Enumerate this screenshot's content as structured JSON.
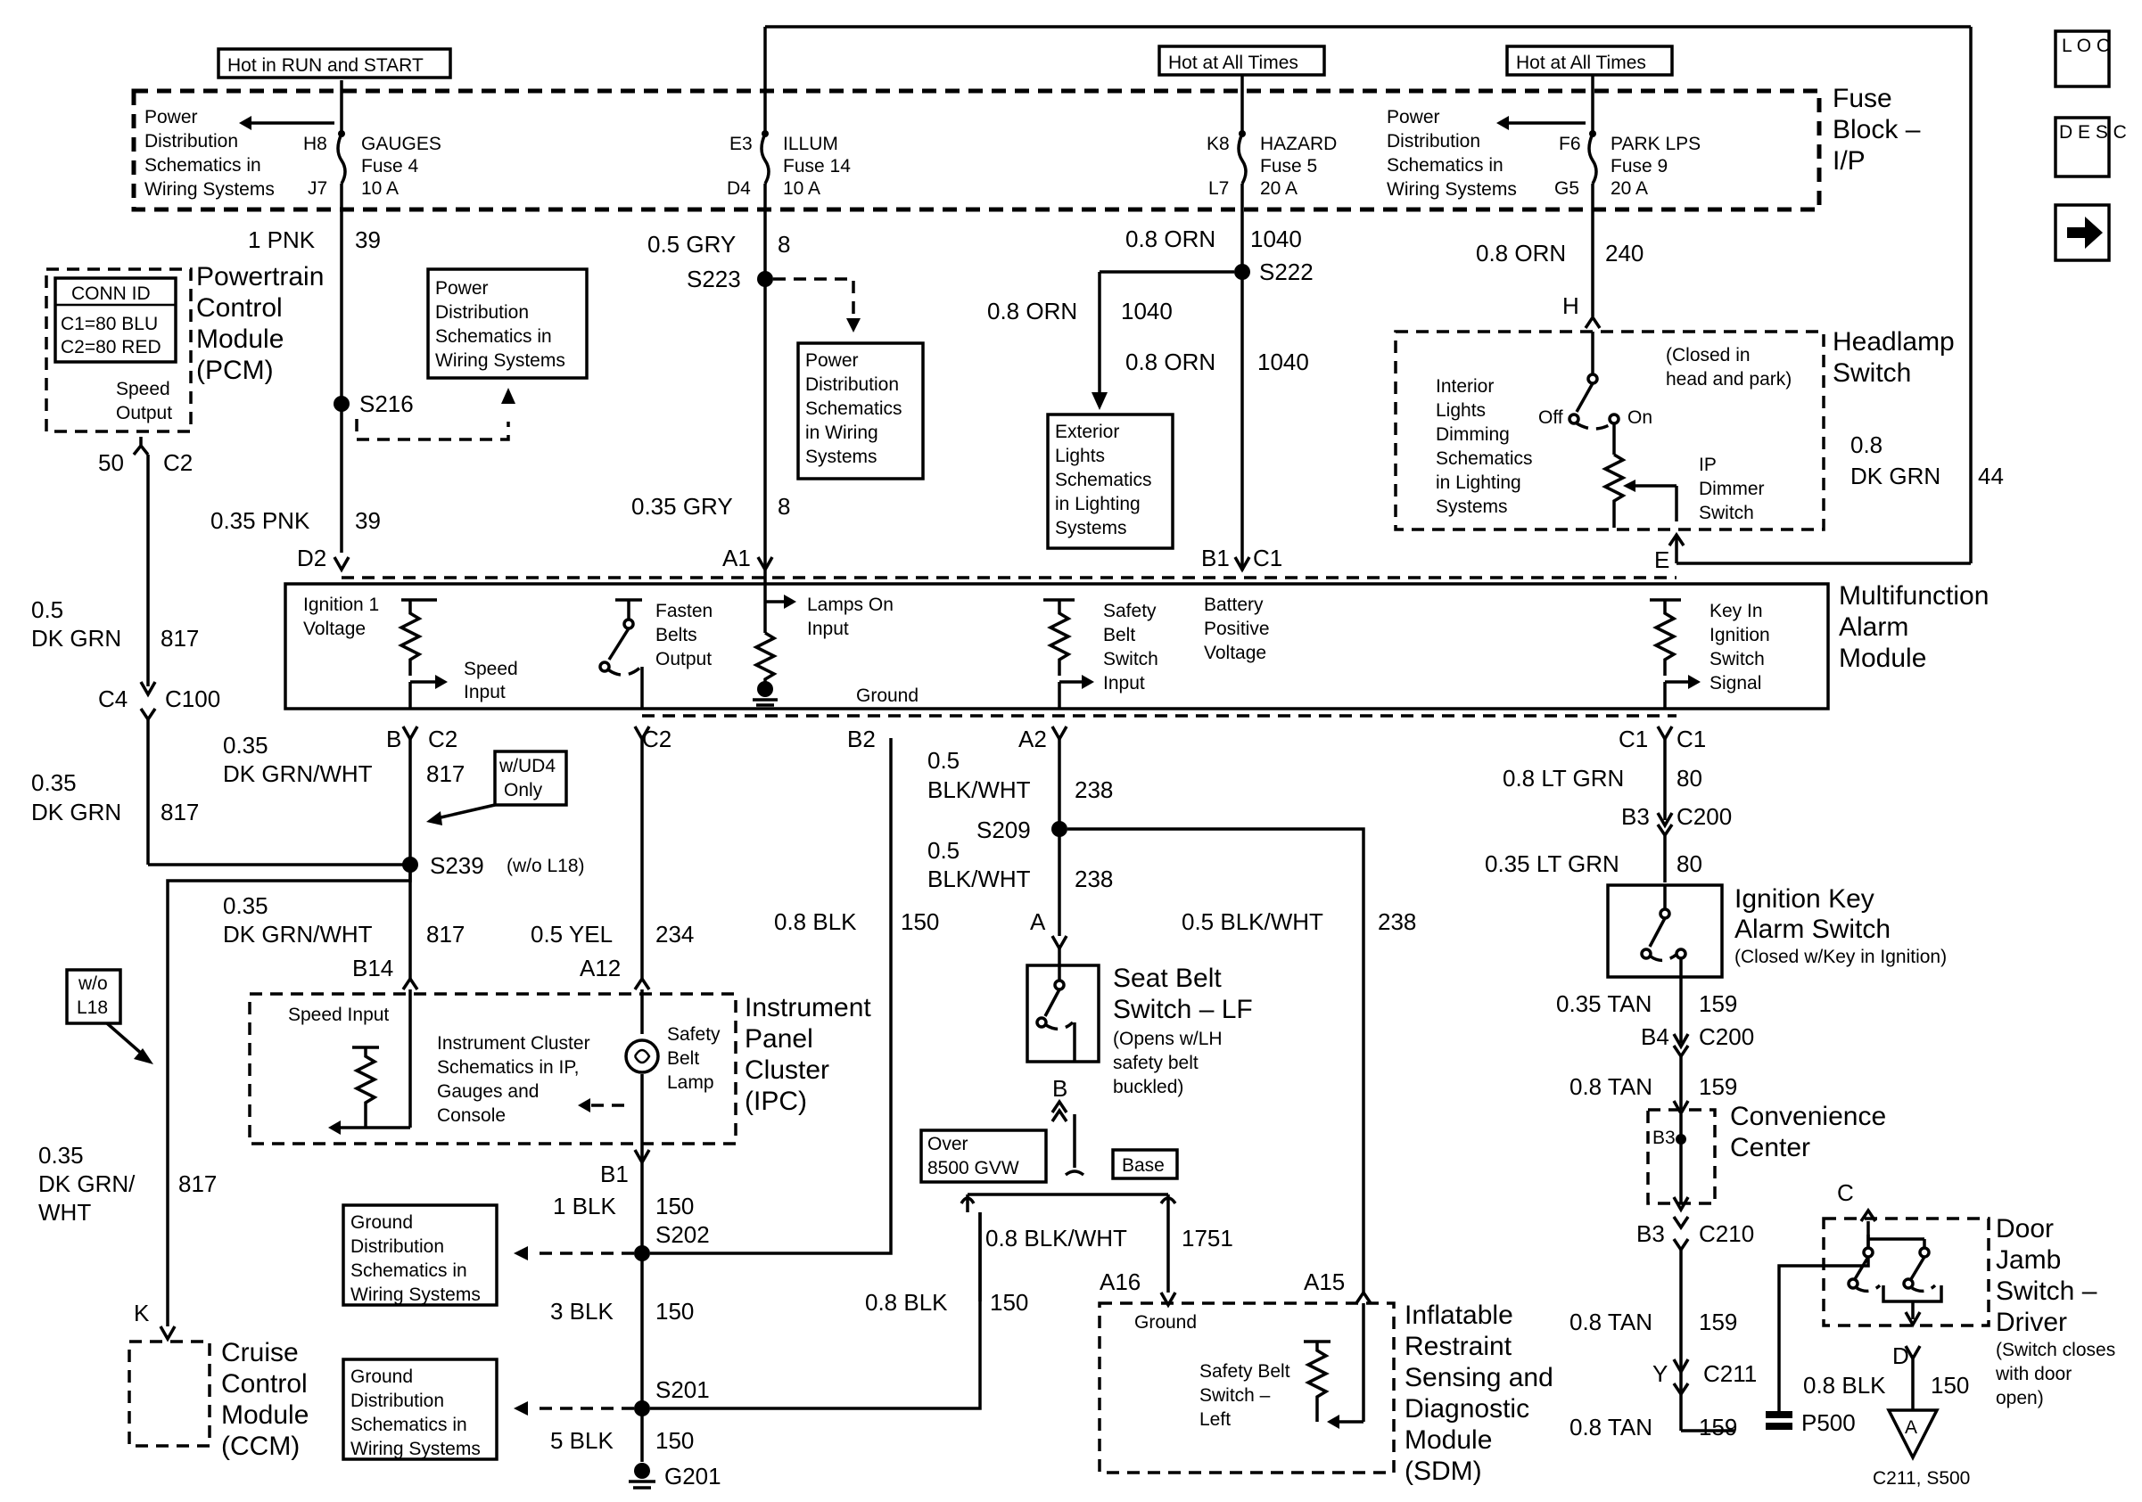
{
  "nav": {
    "loc": "L O C",
    "desc": "D E S C",
    "next_icon": "arrow-right-icon"
  },
  "hot_labels": {
    "run_start": "Hot in RUN and START",
    "all_times_1": "Hot at All Times",
    "all_times_2": "Hot at All Times"
  },
  "fuse_block": {
    "l1": "Fuse",
    "l2": "Block –",
    "l3": "I/P"
  },
  "fuses": {
    "gauges": {
      "in": "H8",
      "out": "J7",
      "l1": "GAUGES",
      "l2": "Fuse 4",
      "l3": "10 A"
    },
    "illum": {
      "in": "E3",
      "out": "D4",
      "l1": "ILLUM",
      "l2": "Fuse 14",
      "l3": "10 A"
    },
    "hazard": {
      "in": "K8",
      "out": "L7",
      "l1": "HAZARD",
      "l2": "Fuse 5",
      "l3": "20 A"
    },
    "park": {
      "in": "F6",
      "out": "G5",
      "l1": "PARK LPS",
      "l2": "Fuse 9",
      "l3": "20 A"
    }
  },
  "pds_fuse_1": [
    "Power",
    "Distribution",
    "Schematics in",
    "Wiring Systems"
  ],
  "pds_fuse_2": [
    "Power",
    "Distribution",
    "Schematics in",
    "Wiring Systems"
  ],
  "pds_box_1": [
    "Power",
    "Distribution",
    "Schematics in",
    "Wiring Systems"
  ],
  "pds_box_2": [
    "Power",
    "Distribution",
    "Schematics",
    "in Wiring",
    "Systems"
  ],
  "exterior_box": [
    "Exterior",
    "Lights",
    "Schematics",
    "in Lighting",
    "Systems"
  ],
  "pcm": {
    "conn_title": "CONN ID",
    "c1": "C1=80 BLU",
    "c2": "C2=80 RED",
    "speed1": "Speed",
    "speed2": "Output",
    "n1": "Powertrain",
    "n2": "Control",
    "n3": "Module",
    "n4": "(PCM)",
    "pin": "50",
    "conn": "C2"
  },
  "wires": {
    "w1pnk": "1 PNK",
    "c39a": "39",
    "s216": "S216",
    "w035pnk": "0.35 PNK",
    "c39b": "39",
    "d2": "D2",
    "w05gry": "0.5 GRY",
    "c8a": "8",
    "s223": "S223",
    "w035gry": "0.35 GRY",
    "c8b": "8",
    "a1": "A1",
    "w08orn_a": "0.8 ORN",
    "c1040_a": "1040",
    "s222": "S222",
    "w08orn_b": "0.8 ORN",
    "c1040_b": "1040",
    "w08orn_c": "0.8 ORN",
    "c1040_c": "1040",
    "b1": "B1",
    "c1": "C1",
    "w08orn_d": "0.8 ORN",
    "c240": "240",
    "h": "H",
    "dkgrn_l1": "0.8",
    "dkgrn_l2": "DK GRN",
    "c44": "44",
    "e": "E",
    "w05dkgrn_a": "0.5",
    "w05dkgrn_b": "DK GRN",
    "c817_a": "817",
    "c4": "C4",
    "c100": "C100",
    "w035dkgrn_a": "0.35",
    "w035dkgrn_b": "DK GRN",
    "c817_b": "817"
  },
  "headlamp": {
    "closed1": "(Closed in",
    "closed2": "head and park)",
    "off": "Off",
    "on": "On",
    "ref": [
      "Interior",
      "Lights",
      "Dimming",
      "Schematics",
      "in Lighting",
      "Systems"
    ],
    "ip1": "IP",
    "ip2": "Dimmer",
    "ip3": "Switch",
    "n1": "Headlamp",
    "n2": "Switch"
  },
  "mam": {
    "ign1": "Ignition 1",
    "ign2": "Voltage",
    "speed1": "Speed",
    "speed2": "Input",
    "fasten1": "Fasten",
    "fasten2": "Belts",
    "fasten3": "Output",
    "lamps1": "Lamps On",
    "lamps2": "Input",
    "ground": "Ground",
    "sb1": "Safety",
    "sb2": "Belt",
    "sb3": "Switch",
    "sb4": "Input",
    "bat1": "Battery",
    "bat2": "Positive",
    "bat3": "Voltage",
    "key1": "Key In",
    "key2": "Ignition",
    "key3": "Switch",
    "key4": "Signal",
    "n1": "Multifunction",
    "n2": "Alarm",
    "n3": "Module"
  },
  "lower": {
    "b": "B",
    "c2a": "C2",
    "c2b": "C2",
    "b2": "B2",
    "dgw_a1": "0.35",
    "dgw_a2": "DK GRN/WHT",
    "c817_c": "817",
    "ud4_1": "w/UD4",
    "ud4_2": "Only",
    "s239": "S239",
    "wol18": "(w/o L18)",
    "dgw_b1": "0.35",
    "dgw_b2": "DK GRN/WHT",
    "c817_d": "817",
    "b14": "B14",
    "w05yel": "0.5 YEL",
    "c234": "234",
    "a12": "A12",
    "w08blk_a": "0.8 BLK",
    "c150_a": "150",
    "wol18_1": "w/o",
    "wol18_2": "L18",
    "dgw_c1": "0.35",
    "dgw_c2": "DK GRN/",
    "dgw_c3": "WHT",
    "c817_e": "817",
    "k": "K",
    "b1": "B1",
    "w1blk": "1 BLK",
    "c150_b": "150",
    "s202": "S202",
    "w3blk": "3 BLK",
    "c150_c": "150",
    "s201": "S201",
    "w5blk": "5 BLK",
    "c150_d": "150",
    "g201": "G201",
    "w08blk_b": "0.8 BLK",
    "c150_e": "150"
  },
  "ipc": {
    "speed": "Speed Input",
    "ref": [
      "Instrument Cluster",
      "Schematics in IP,",
      "Gauges and",
      "Console"
    ],
    "lamp1": "Safety",
    "lamp2": "Belt",
    "lamp3": "Lamp",
    "n1": "Instrument",
    "n2": "Panel",
    "n3": "Cluster",
    "n4": "(IPC)"
  },
  "gds_1": [
    "Ground",
    "Distribution",
    "Schematics in",
    "Wiring Systems"
  ],
  "gds_2": [
    "Ground",
    "Distribution",
    "Schematics in",
    "Wiring Systems"
  ],
  "ccm": {
    "n1": "Cruise",
    "n2": "Control",
    "n3": "Module",
    "n4": "(CCM)"
  },
  "seatbelt": {
    "a2": "A2",
    "bw_a1": "0.5",
    "bw_a2": "BLK/WHT",
    "c238_a": "238",
    "s209": "S209",
    "bw_b1": "0.5",
    "bw_b2": "BLK/WHT",
    "c238_b": "238",
    "a": "A",
    "bw_c": "0.5 BLK/WHT",
    "c238_c": "238",
    "n1": "Seat Belt",
    "n2": "Switch – LF",
    "n3": "(Opens w/LH",
    "n4": "safety belt",
    "n5": "buckled)",
    "b": "B",
    "over1": "Over",
    "over2": "8500 GVW",
    "base": "Base",
    "bw_d": "0.8 BLK/WHT",
    "c1751": "1751",
    "a16": "A16",
    "a15": "A15"
  },
  "sdm": {
    "ground": "Ground",
    "sb1": "Safety Belt",
    "sb2": "Switch –",
    "sb3": "Left",
    "n1": "Inflatable",
    "n2": "Restraint",
    "n3": "Sensing and",
    "n4": "Diagnostic",
    "n5": "Module",
    "n6": "(SDM)"
  },
  "right": {
    "c1a": "C1",
    "c1b": "C1",
    "ltgrn_a": "0.8 LT GRN",
    "c80_a": "80",
    "b3": "B3",
    "c200": "C200",
    "ltgrn_b": "0.35 LT GRN",
    "c80_b": "80",
    "iks1": "Ignition Key",
    "iks2": "Alarm Switch",
    "iks3": "(Closed w/Key in Ignition)",
    "tan_a": "0.35 TAN",
    "c159_a": "159",
    "b4": "B4",
    "c200b": "C200",
    "tan_b": "0.8 TAN",
    "c159_b": "159",
    "b3conv": "B3",
    "conv1": "Convenience",
    "conv2": "Center",
    "b3b": "B3",
    "c210": "C210",
    "tan_c": "0.8 TAN",
    "c159_c": "159",
    "y": "Y",
    "c211": "C211",
    "tan_d": "0.8 TAN",
    "c159_d": "159",
    "p500": "P500",
    "c": "C",
    "dj1": "Door",
    "dj2": "Jamb",
    "dj3": "Switch –",
    "dj4": "Driver",
    "dj5": "(Switch closes",
    "dj6": "with door",
    "dj7": "open)",
    "d": "D",
    "blk": "0.8 BLK",
    "c150": "150",
    "tri": "A",
    "tri_ref": "C211, S500"
  }
}
